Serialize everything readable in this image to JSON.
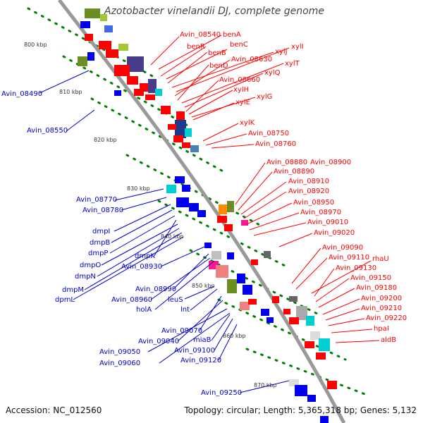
{
  "title": "Azotobacter vinelandii DJ, complete genome",
  "footer": {
    "accession": "Accession: NC_012560",
    "topology": "Topology: circular; Length: 5,365,318 bp; Genes: 5,132"
  },
  "colors": {
    "forward_label": "#ff0000",
    "reverse_label": "#0000cc",
    "tick": "#008000",
    "backbone": "#999999"
  },
  "ticks": [
    {
      "label": "800 kbp"
    },
    {
      "label": "810 kbp"
    },
    {
      "label": "820 kbp"
    },
    {
      "label": "830 kbp"
    },
    {
      "label": "840 kbp"
    },
    {
      "label": "850 kbp"
    },
    {
      "label": "860 kbp"
    },
    {
      "label": "870 kbp"
    }
  ],
  "forward_labels": [
    {
      "text": "Avin_08540"
    },
    {
      "text": "benA"
    },
    {
      "text": "benR"
    },
    {
      "text": "benC"
    },
    {
      "text": "benB"
    },
    {
      "text": "xylJ"
    },
    {
      "text": "xylI"
    },
    {
      "text": "Avin_08630"
    },
    {
      "text": "benD"
    },
    {
      "text": "xylT"
    },
    {
      "text": "xylQ"
    },
    {
      "text": "Avin_08660"
    },
    {
      "text": "xylH"
    },
    {
      "text": "xylG"
    },
    {
      "text": "xylE"
    },
    {
      "text": "xylK"
    },
    {
      "text": "Avin_08750"
    },
    {
      "text": "Avin_08760"
    },
    {
      "text": "Avin_08880"
    },
    {
      "text": "Avin_08900"
    },
    {
      "text": "Avin_08890"
    },
    {
      "text": "Avin_08910"
    },
    {
      "text": "Avin_08920"
    },
    {
      "text": "Avin_08950"
    },
    {
      "text": "Avin_08970"
    },
    {
      "text": "Avin_09010"
    },
    {
      "text": "Avin_09020"
    },
    {
      "text": "Avin_09090"
    },
    {
      "text": "Avin_09110"
    },
    {
      "text": "rhaU"
    },
    {
      "text": "Avin_09130"
    },
    {
      "text": "Avin_09150"
    },
    {
      "text": "Avin_09180"
    },
    {
      "text": "Avin_09200"
    },
    {
      "text": "Avin_09210"
    },
    {
      "text": "Avin_09220"
    },
    {
      "text": "hpaI"
    },
    {
      "text": "aldB"
    }
  ],
  "reverse_labels": [
    {
      "text": "Avin_08490"
    },
    {
      "text": "Avin_08550"
    },
    {
      "text": "Avin_08770"
    },
    {
      "text": "Avin_08780"
    },
    {
      "text": "dmpI"
    },
    {
      "text": "dmpB"
    },
    {
      "text": "dmpP"
    },
    {
      "text": "dmpK"
    },
    {
      "text": "dmpO"
    },
    {
      "text": "Avin_08930"
    },
    {
      "text": "dmpN"
    },
    {
      "text": "dmpM"
    },
    {
      "text": "Avin_08990"
    },
    {
      "text": "dpmL"
    },
    {
      "text": "Avin_08960"
    },
    {
      "text": "leuS"
    },
    {
      "text": "holA"
    },
    {
      "text": "lnt"
    },
    {
      "text": "Avin_09070"
    },
    {
      "text": "Avin_09040"
    },
    {
      "text": "miaB"
    },
    {
      "text": "Avin_09050"
    },
    {
      "text": "Avin_09100"
    },
    {
      "text": "Avin_09060"
    },
    {
      "text": "Avin_09120"
    },
    {
      "text": "Avin_09250"
    }
  ]
}
